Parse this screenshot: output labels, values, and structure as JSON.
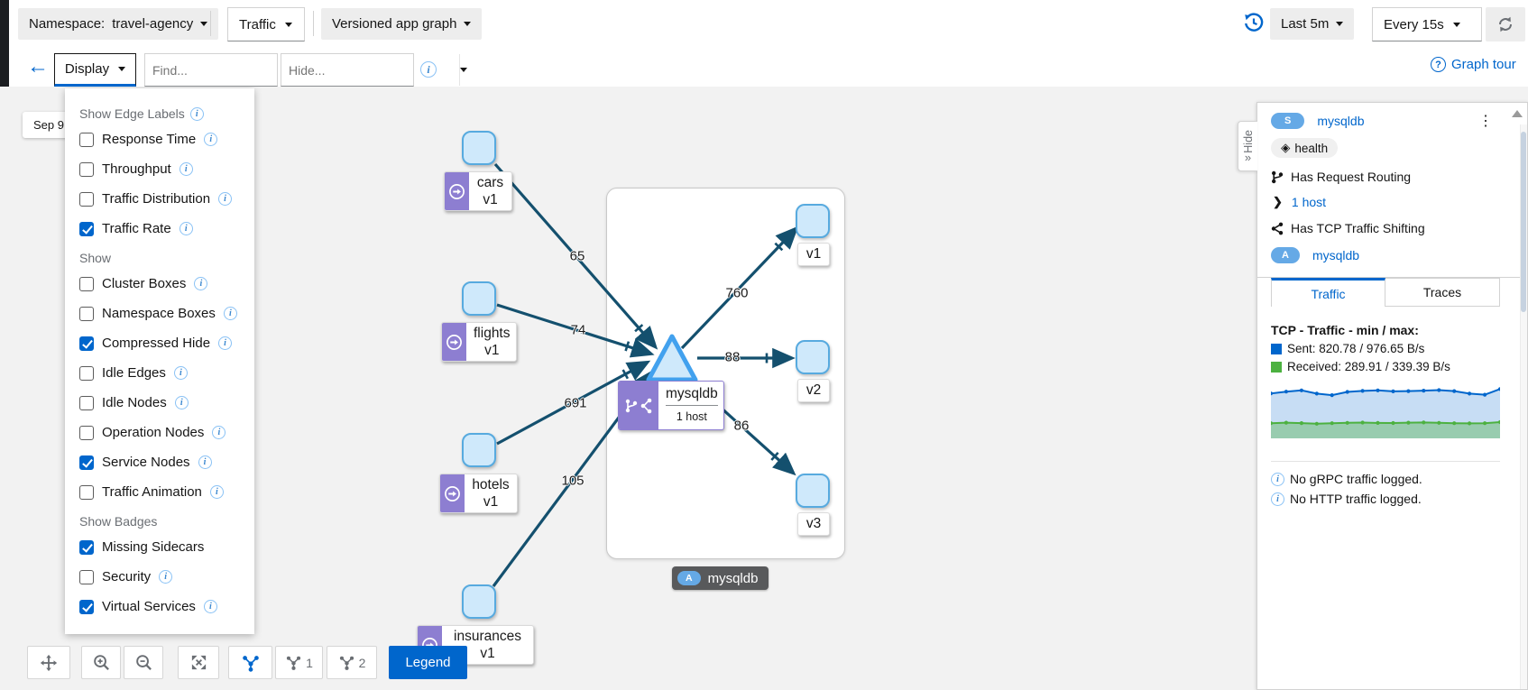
{
  "header": {
    "namespace_label": "Namespace:",
    "namespace_value": "travel-agency",
    "traffic_dropdown": "Traffic",
    "graph_type_dropdown": "Versioned app graph",
    "duration_dropdown": "Last 5m",
    "refresh_interval_dropdown": "Every 15s"
  },
  "toolbar": {
    "display_button": "Display",
    "find_placeholder": "Find...",
    "hide_placeholder": "Hide...",
    "graph_tour_label": "Graph tour"
  },
  "display_menu": {
    "sections": [
      {
        "heading": "Show Edge Labels",
        "heading_info": true,
        "items": [
          {
            "label": "Response Time",
            "checked": false,
            "info": true
          },
          {
            "label": "Throughput",
            "checked": false,
            "info": true
          },
          {
            "label": "Traffic Distribution",
            "checked": false,
            "info": true
          },
          {
            "label": "Traffic Rate",
            "checked": true,
            "info": true
          }
        ]
      },
      {
        "heading": "Show",
        "heading_info": false,
        "items": [
          {
            "label": "Cluster Boxes",
            "checked": false,
            "info": true
          },
          {
            "label": "Namespace Boxes",
            "checked": false,
            "info": true
          },
          {
            "label": "Compressed Hide",
            "checked": true,
            "info": true
          },
          {
            "label": "Idle Edges",
            "checked": false,
            "info": true
          },
          {
            "label": "Idle Nodes",
            "checked": false,
            "info": true
          },
          {
            "label": "Operation Nodes",
            "checked": false,
            "info": true
          },
          {
            "label": "Service Nodes",
            "checked": true,
            "info": true
          },
          {
            "label": "Traffic Animation",
            "checked": false,
            "info": true
          }
        ]
      },
      {
        "heading": "Show Badges",
        "heading_info": false,
        "items": [
          {
            "label": "Missing Sidecars",
            "checked": true,
            "info": false
          },
          {
            "label": "Security",
            "checked": false,
            "info": true
          },
          {
            "label": "Virtual Services",
            "checked": true,
            "info": true
          }
        ]
      }
    ]
  },
  "graph": {
    "timestamp_label": "Sep 9",
    "apps": [
      {
        "name": "cars",
        "version": "v1"
      },
      {
        "name": "flights",
        "version": "v1"
      },
      {
        "name": "hotels",
        "version": "v1"
      },
      {
        "name": "insurances",
        "version": "v1"
      }
    ],
    "service": {
      "name": "mysqldb",
      "hosts": "1 host"
    },
    "workloads": [
      {
        "label": "v1"
      },
      {
        "label": "v2"
      },
      {
        "label": "v3"
      }
    ],
    "group_badge": {
      "letter": "A",
      "label": "mysqldb"
    },
    "edges": [
      {
        "from": "cars v1",
        "to": "mysqldb",
        "rate": "65"
      },
      {
        "from": "flights v1",
        "to": "mysqldb",
        "rate": "74"
      },
      {
        "from": "hotels v1",
        "to": "mysqldb",
        "rate": "691"
      },
      {
        "from": "insurances v1",
        "to": "mysqldb",
        "rate": "105"
      },
      {
        "from": "mysqldb",
        "to": "v1",
        "rate": "760"
      },
      {
        "from": "mysqldb",
        "to": "v2",
        "rate": "88"
      },
      {
        "from": "mysqldb",
        "to": "v3",
        "rate": "86"
      }
    ]
  },
  "graph_toolbar": {
    "layout1_label": "1",
    "layout2_label": "2",
    "legend_button": "Legend"
  },
  "side_panel": {
    "hide_tab": "Hide",
    "service_badge": "S",
    "service_name": "mysqldb",
    "health_badge": "health",
    "request_routing": "Has Request Routing",
    "hosts_link": "1 host",
    "tcp_shifting": "Has TCP Traffic Shifting",
    "app_badge": "A",
    "app_name": "mysqldb",
    "tabs": [
      "Traffic",
      "Traces"
    ],
    "active_tab": "Traffic",
    "tcp_title": "TCP - Traffic - min / max:",
    "sent_label": "Sent: 820.78 / 976.65 B/s",
    "received_label": "Received: 289.91 / 339.39 B/s",
    "no_grpc": "No gRPC traffic logged.",
    "no_http": "No HTTP traffic logged."
  },
  "colors": {
    "accent": "#0066cc",
    "edge": "#14506e",
    "node_border": "#57aadf",
    "node_fill": "#cfe9fb",
    "purple_badge": "#8d7ed1",
    "sent": "#0066cc",
    "received": "#4cb140"
  },
  "chart_data": {
    "type": "area",
    "title": "TCP - Traffic - min / max:",
    "unit": "B/s",
    "legend_position": "top",
    "axes_hidden": true,
    "series": [
      {
        "name": "Sent",
        "color": "#0066cc",
        "min": 820.78,
        "max": 976.65,
        "values": [
          890,
          925,
          950,
          885,
          855,
          920,
          940,
          950,
          930,
          935,
          945,
          955,
          935,
          885,
          865,
          976
        ]
      },
      {
        "name": "Received",
        "color": "#4cb140",
        "min": 289.91,
        "max": 339.39,
        "values": [
          300,
          310,
          302,
          290,
          300,
          308,
          312,
          305,
          304,
          310,
          314,
          308,
          300,
          296,
          300,
          322
        ]
      }
    ]
  }
}
